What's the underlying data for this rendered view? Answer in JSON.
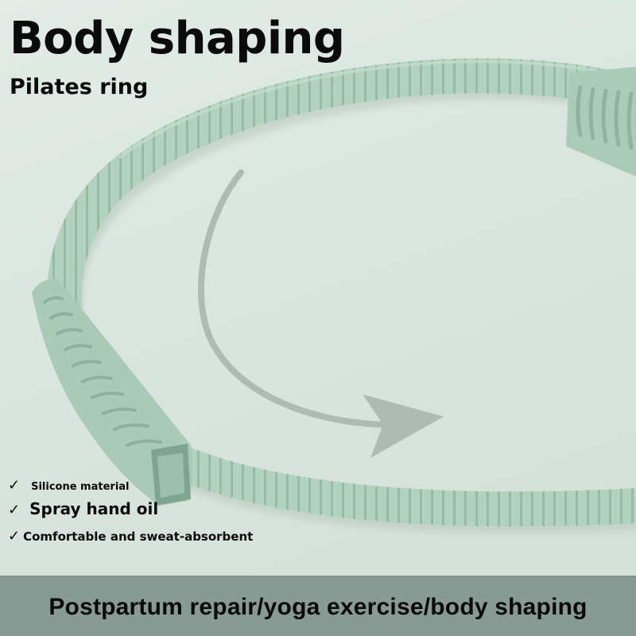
{
  "header": {
    "title": "Body shaping",
    "subtitle": "Pilates ring"
  },
  "features": [
    {
      "icon": "check-icon",
      "label": "Silicone material"
    },
    {
      "icon": "check-icon",
      "label": "Spray hand oil"
    },
    {
      "icon": "check-icon",
      "label": "Comfortable and sweat-absorbent"
    }
  ],
  "check_glyph": "✓",
  "banner": {
    "text": "Postpartum repair/yoga exercise/body shaping"
  },
  "colors": {
    "background": "#dce6e0",
    "ring": "#a9cbb7",
    "ring_shadow": "#8fb3a0",
    "arrow": "#aebbb3",
    "banner": "#879a93",
    "text": "#0b0b0b"
  }
}
